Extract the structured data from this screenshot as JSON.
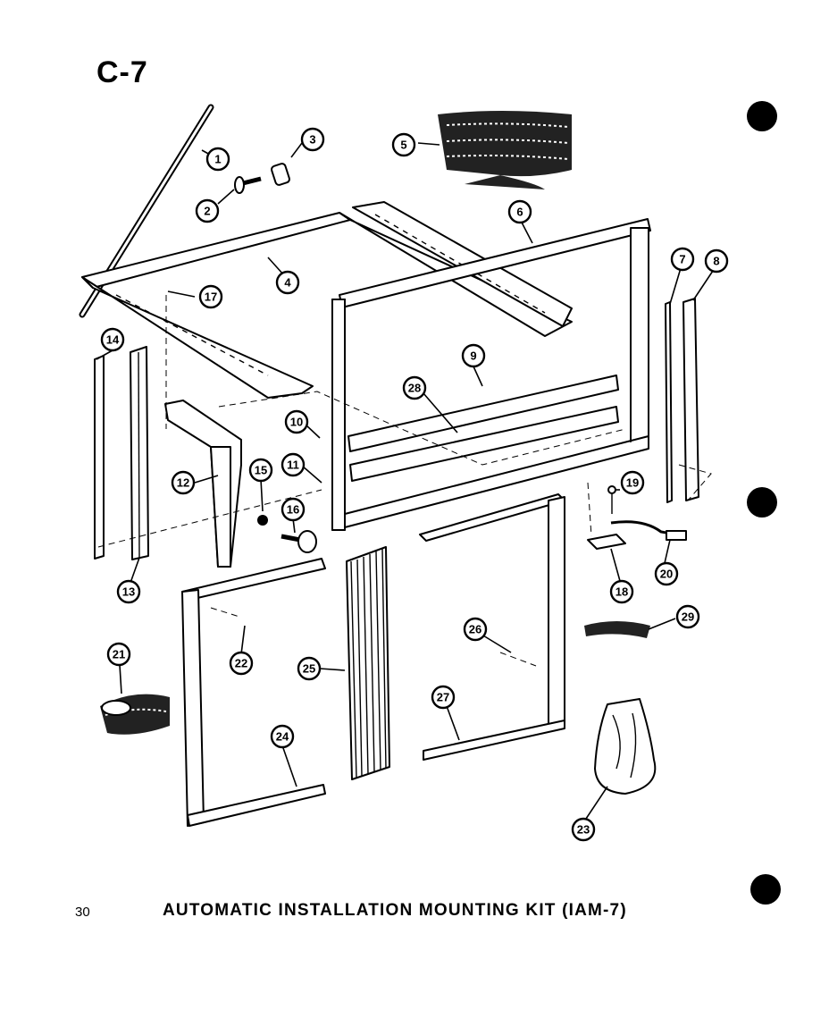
{
  "header": {
    "section_code": "C-7"
  },
  "footer": {
    "page_number": "30",
    "title": "AUTOMATIC INSTALLATION MOUNTING KIT (IAM-7)"
  },
  "callouts": [
    {
      "id": "c1",
      "label": "1"
    },
    {
      "id": "c2",
      "label": "2"
    },
    {
      "id": "c3",
      "label": "3"
    },
    {
      "id": "c4",
      "label": "4"
    },
    {
      "id": "c5",
      "label": "5"
    },
    {
      "id": "c6",
      "label": "6"
    },
    {
      "id": "c7",
      "label": "7"
    },
    {
      "id": "c8",
      "label": "8"
    },
    {
      "id": "c9",
      "label": "9"
    },
    {
      "id": "c10",
      "label": "10"
    },
    {
      "id": "c11",
      "label": "11"
    },
    {
      "id": "c12",
      "label": "12"
    },
    {
      "id": "c13",
      "label": "13"
    },
    {
      "id": "c14",
      "label": "14"
    },
    {
      "id": "c15",
      "label": "15"
    },
    {
      "id": "c16",
      "label": "16"
    },
    {
      "id": "c17",
      "label": "17"
    },
    {
      "id": "c18",
      "label": "18"
    },
    {
      "id": "c19",
      "label": "19"
    },
    {
      "id": "c20",
      "label": "20"
    },
    {
      "id": "c21",
      "label": "21"
    },
    {
      "id": "c22",
      "label": "22"
    },
    {
      "id": "c23",
      "label": "23"
    },
    {
      "id": "c24",
      "label": "24"
    },
    {
      "id": "c25",
      "label": "25"
    },
    {
      "id": "c26",
      "label": "26"
    },
    {
      "id": "c27",
      "label": "27"
    },
    {
      "id": "c28",
      "label": "28"
    },
    {
      "id": "c29",
      "label": "29"
    }
  ]
}
